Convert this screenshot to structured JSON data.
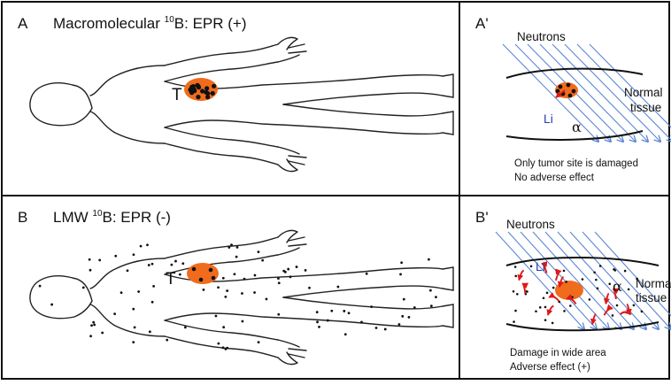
{
  "figure": {
    "panels": {
      "A": {
        "label": "A",
        "title_prefix": "Macromolecular ",
        "title_sup": "10",
        "title_suffix": "B:  EPR (+)",
        "tumor_label": "T"
      },
      "A_prime": {
        "label": "A'",
        "neutrons": "Neutrons",
        "normal": "Normal",
        "tissue": "tissue",
        "li": "Li",
        "alpha": "α",
        "note_line1": "Only tumor site is damaged",
        "note_line2": "No adverse effect"
      },
      "B": {
        "label": "B",
        "title_prefix": "LMW ",
        "title_sup": "10",
        "title_suffix": "B: EPR (-)",
        "tumor_label": "T"
      },
      "B_prime": {
        "label": "B'",
        "neutrons": "Neutrons",
        "normal": "Norma",
        "tissue": "tissue",
        "li": "Li",
        "alpha": "α",
        "note_line1": "Damage in wide area",
        "note_line2": "Adverse effect (+)"
      }
    },
    "colors": {
      "tumor": "#f06b1c",
      "neutron_arrow": "#5b87d4",
      "alpha_arrow": "#e01818",
      "boron_dot": "#111111"
    }
  }
}
